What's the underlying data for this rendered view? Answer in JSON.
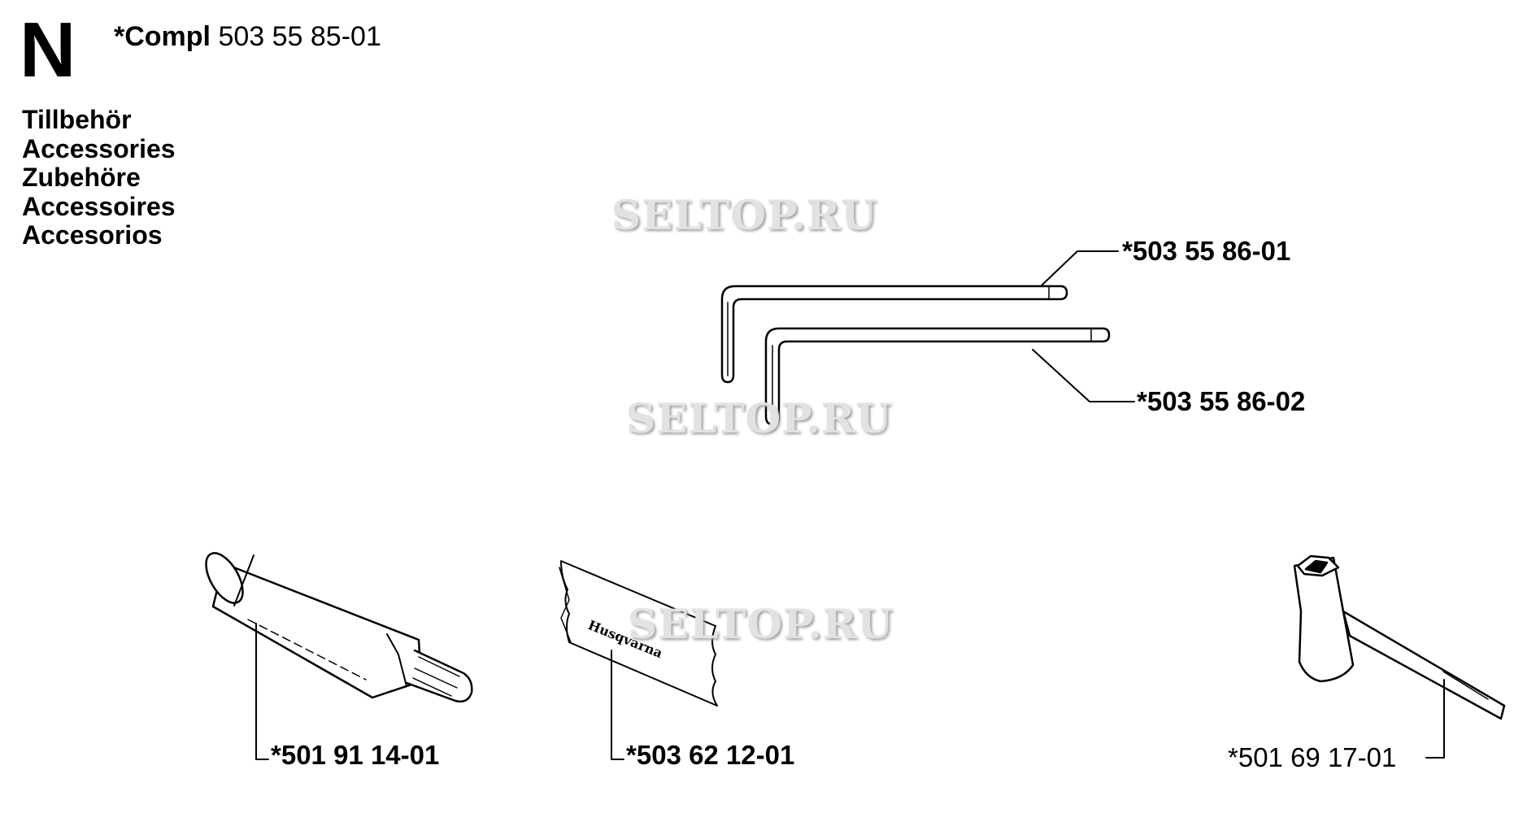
{
  "header": {
    "section_letter": "N",
    "compl_prefix": "*Compl",
    "compl_number": "503 55 85-01"
  },
  "titles": [
    "Tillbehör",
    "Accessories",
    "Zubehöre",
    "Accessoires",
    "Accesorios"
  ],
  "parts": {
    "hex_key_upper": "*503 55 86-01",
    "hex_key_lower": "*503 55 86-02",
    "grease_tube": "*501 91 14-01",
    "file_guide_sheet": "*503 62 12-01",
    "combination_spanner": "*501 69 17-01"
  },
  "sheet_brand_text": "Husqvarna",
  "watermark": "SELTOP.RU"
}
